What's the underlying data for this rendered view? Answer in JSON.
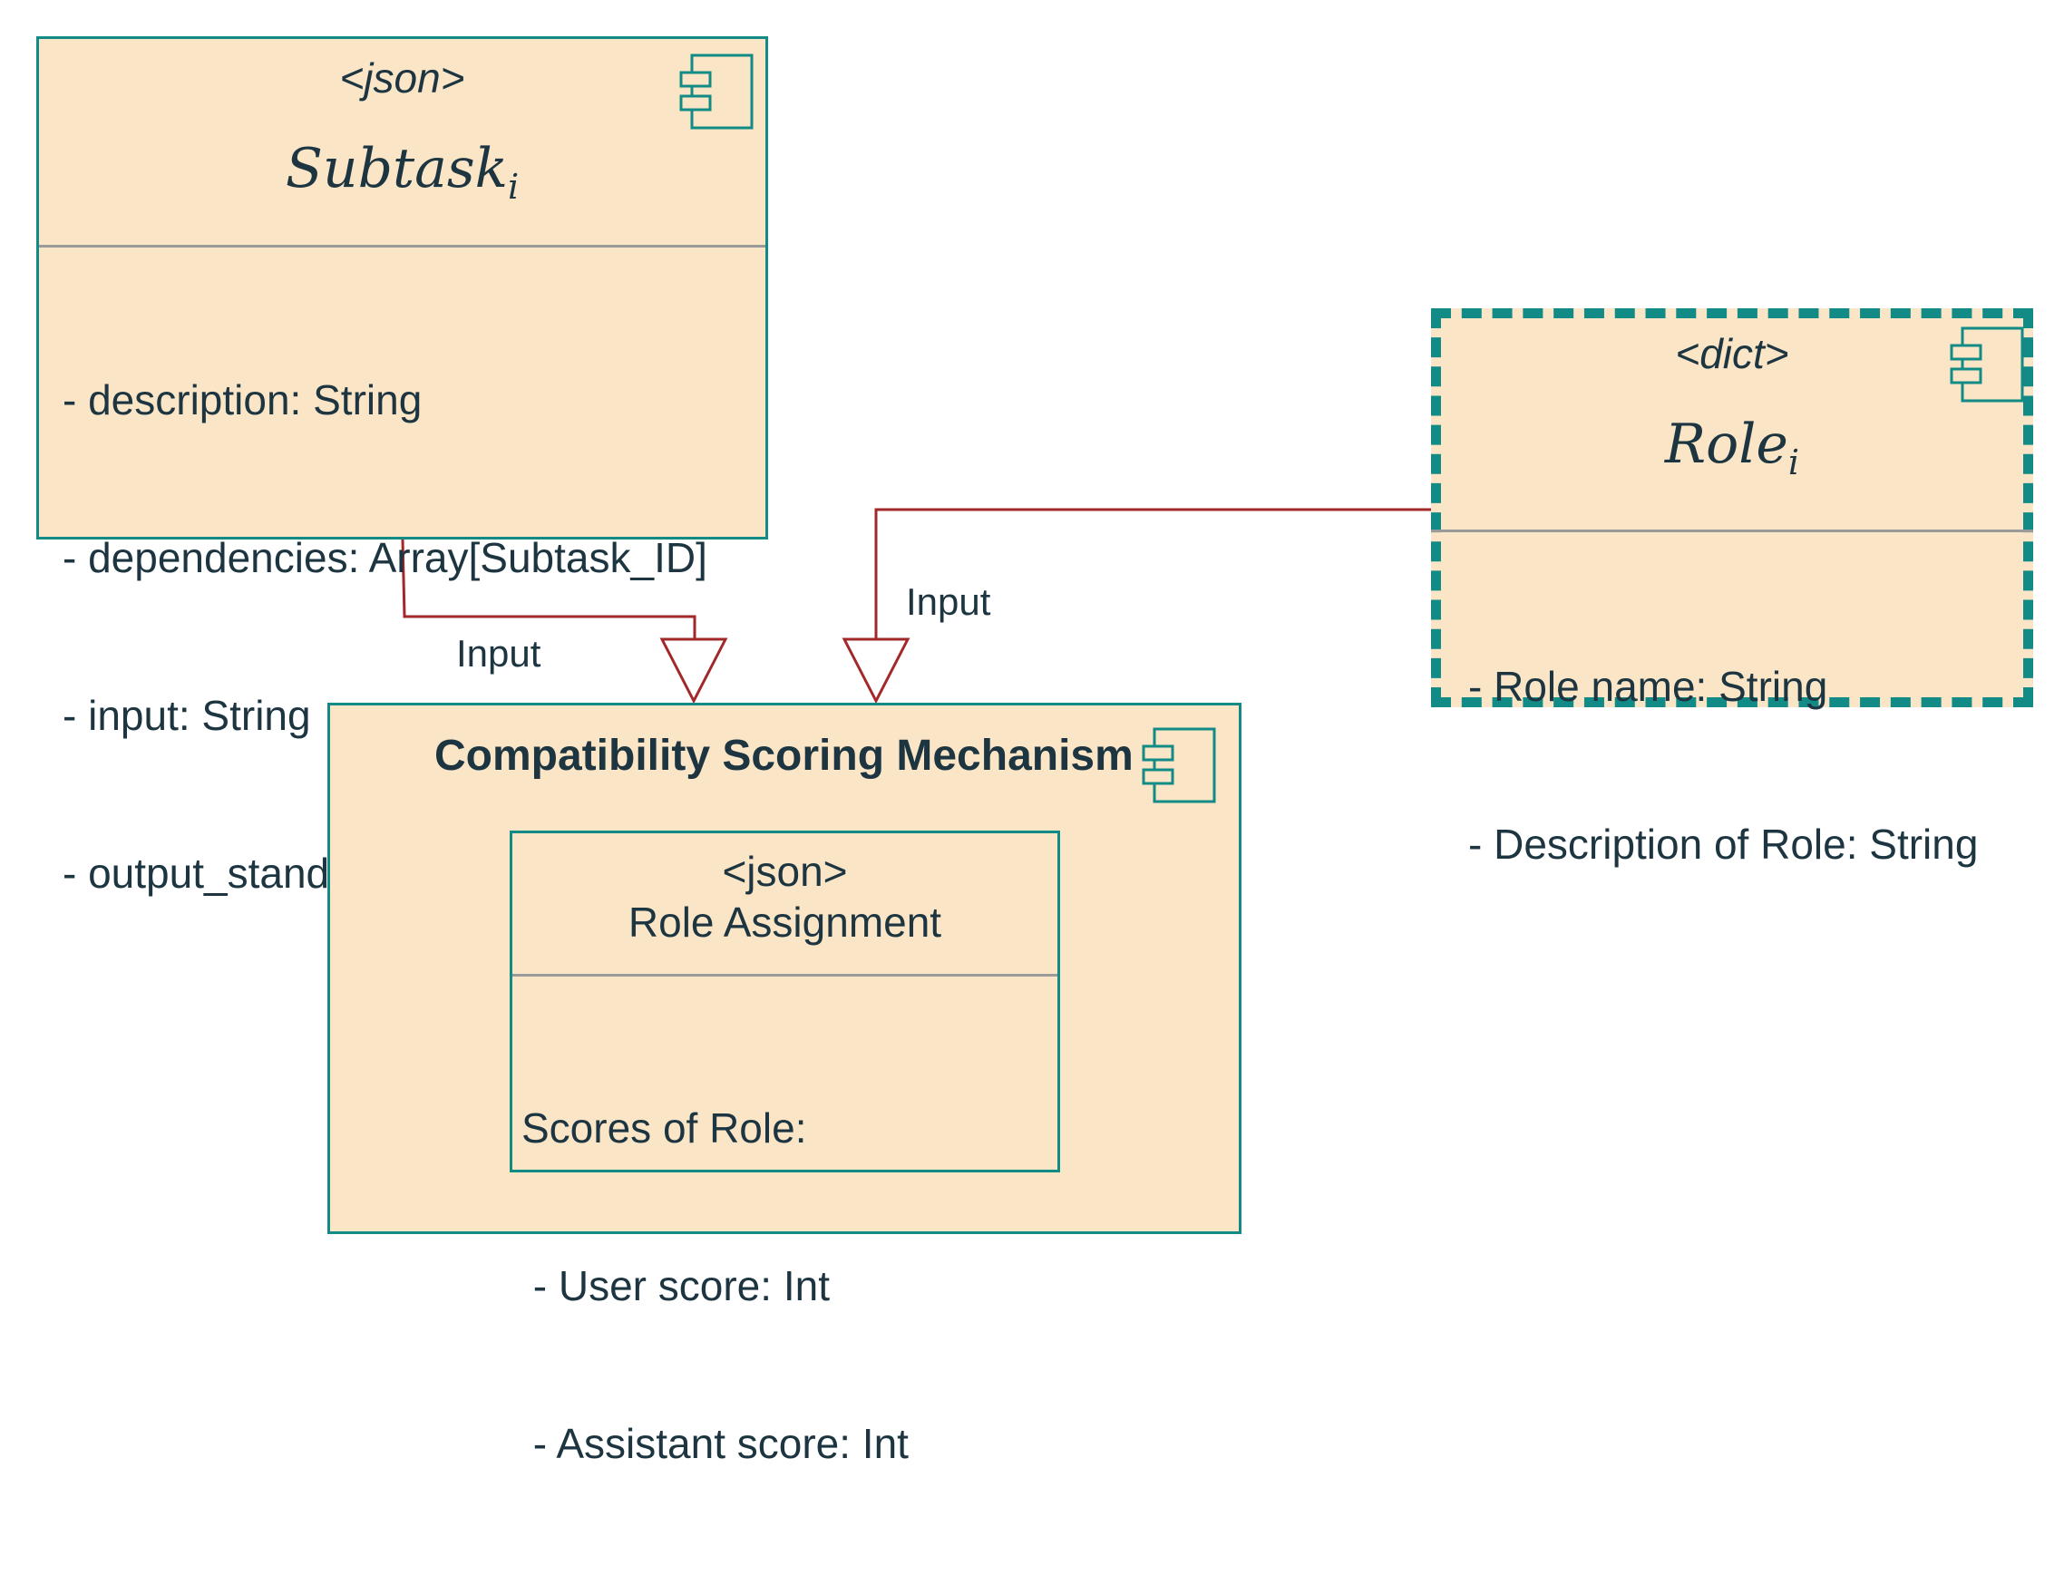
{
  "subtask": {
    "stereotype": "<json>",
    "title": "Subtask",
    "title_subscript": "i",
    "attributes": [
      "- description: String",
      "- dependencies: Array[Subtask_ID]",
      "- input: String",
      "- output_standard: String"
    ]
  },
  "role": {
    "stereotype": "<dict>",
    "title": "Role",
    "title_subscript": "i",
    "attributes": [
      "- Role name: String",
      "- Description of Role: String"
    ]
  },
  "mechanism": {
    "title": "Compatibility Scoring Mechanism",
    "inner": {
      "stereotype": "<json>",
      "title": "Role Assignment",
      "scores_heading": "Scores of Role:",
      "scores": [
        " - User score: Int",
        " - Assistant score: Int"
      ]
    }
  },
  "edges": {
    "subtask_label": "Input",
    "role_label": "Input"
  },
  "colors": {
    "box_fill": "#fae5c7",
    "box_border": "#128a86",
    "connector": "#a3282a",
    "text": "#1d3540"
  }
}
